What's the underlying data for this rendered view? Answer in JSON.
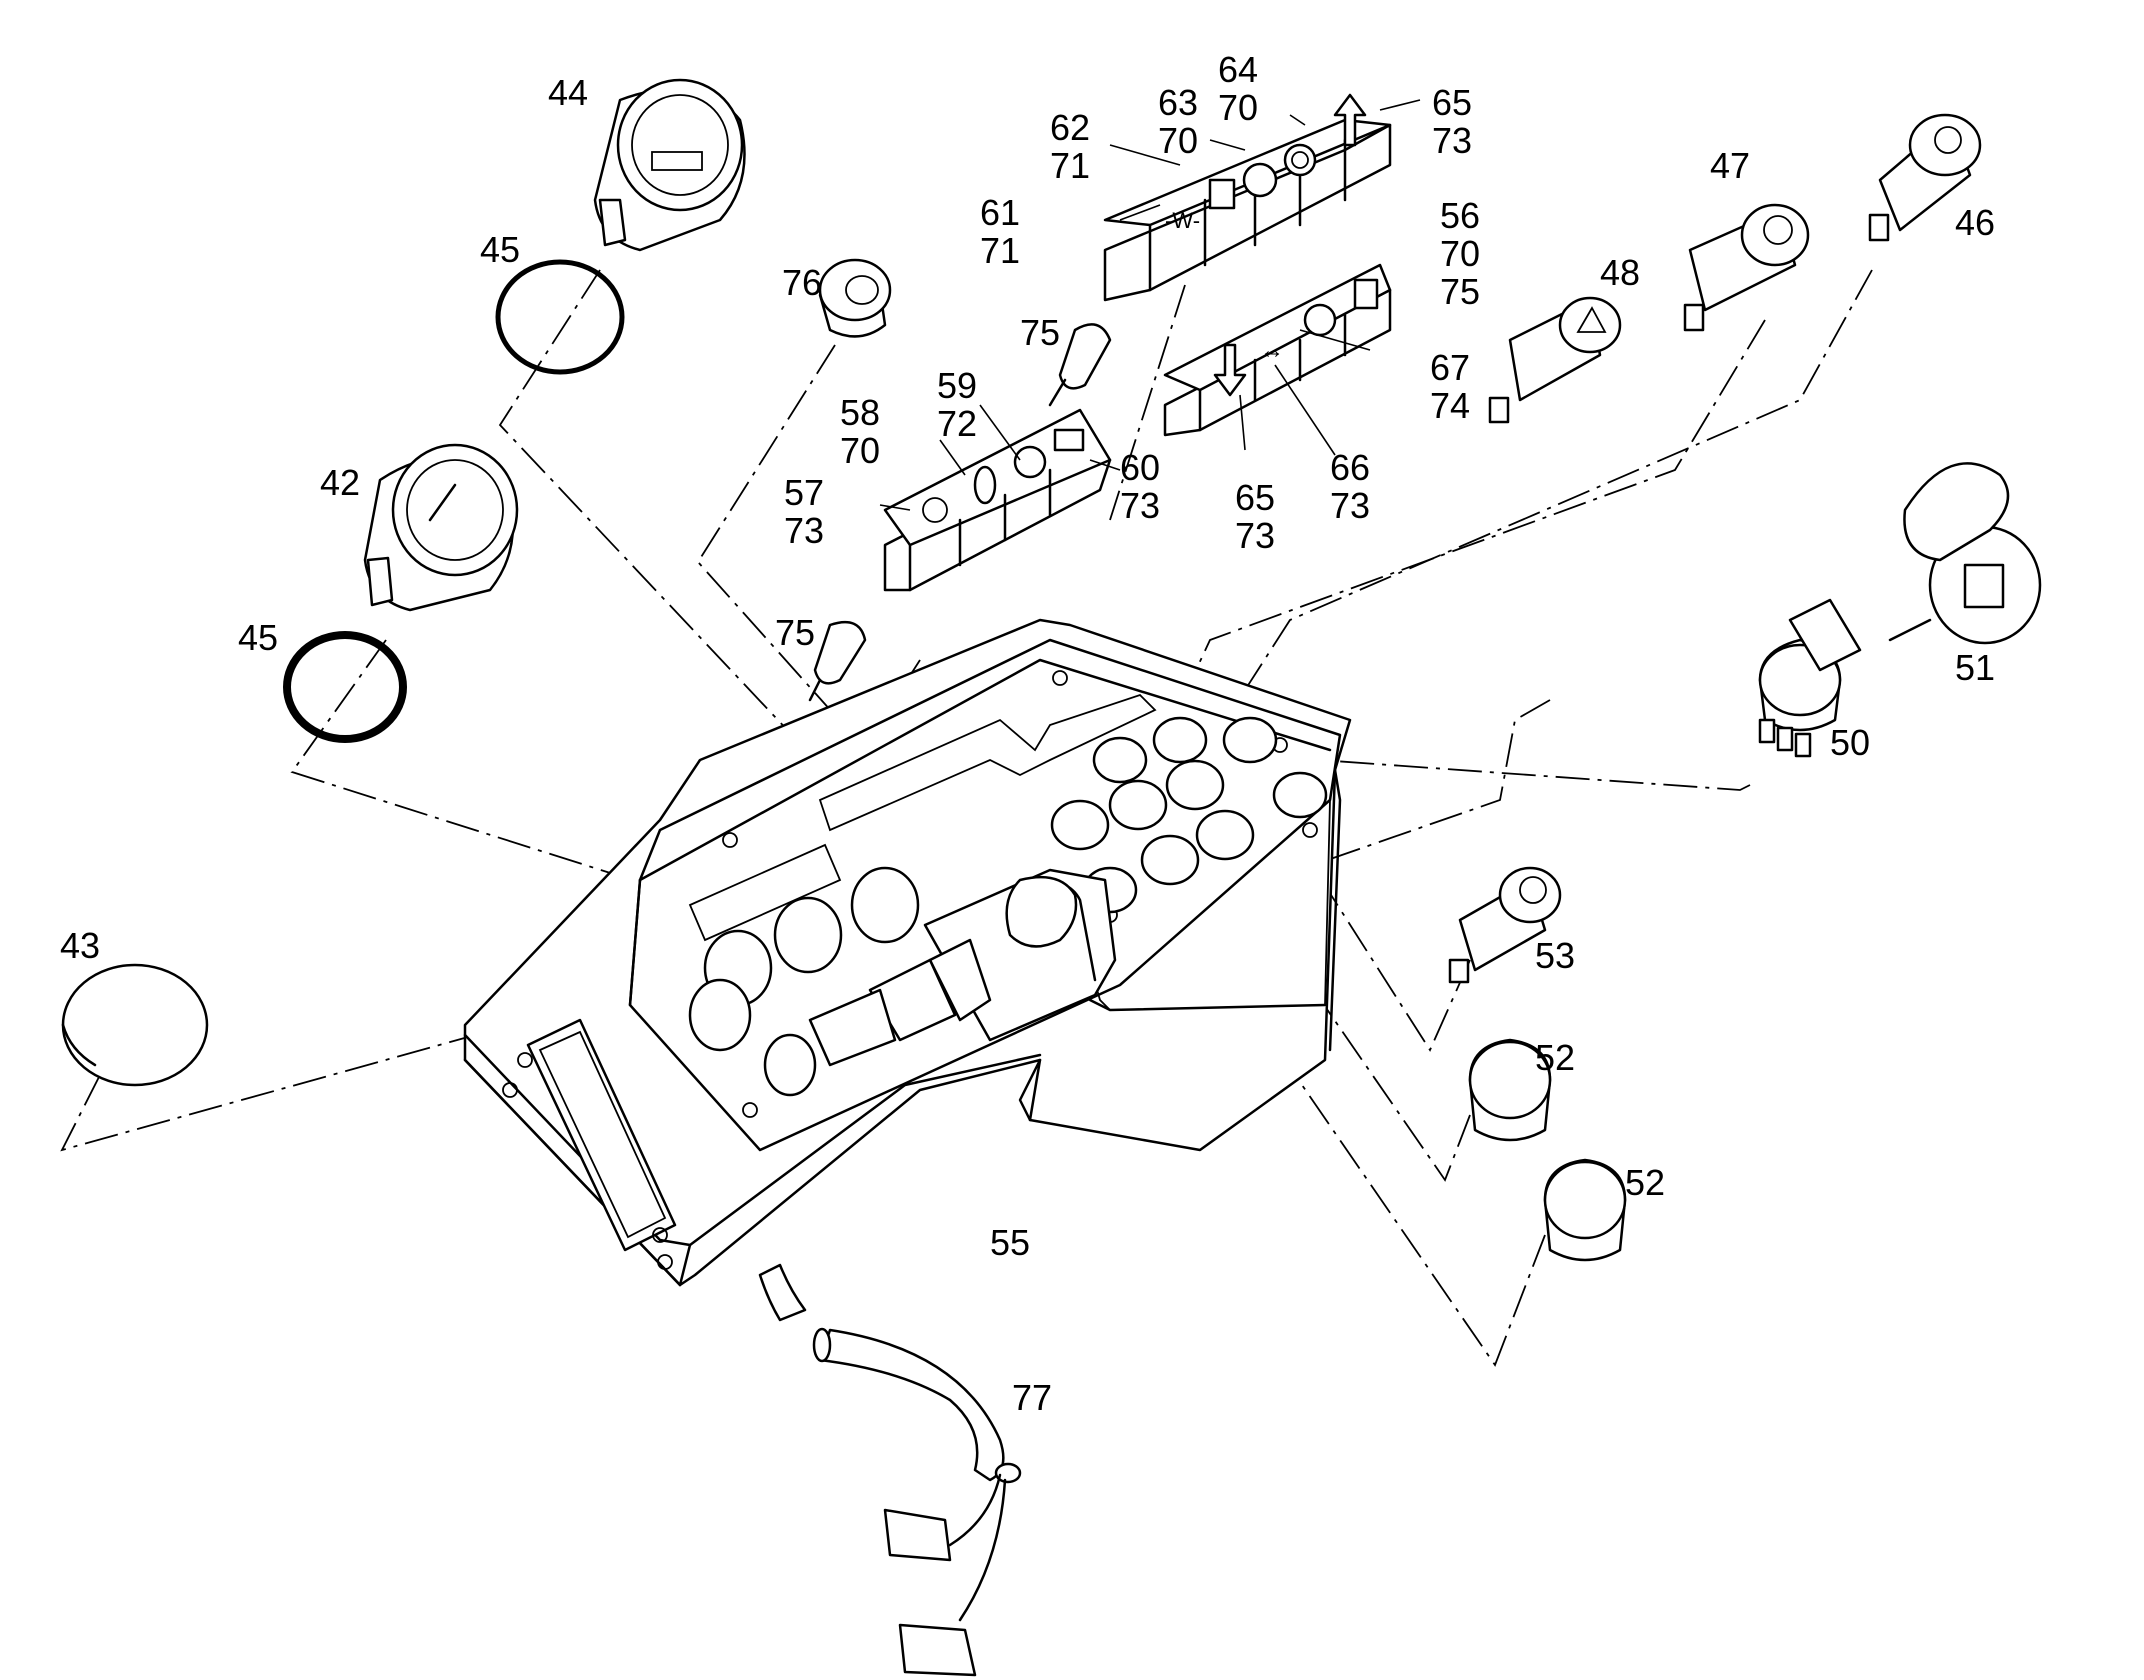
{
  "callouts": [
    {
      "id": "44",
      "lines": [
        "44"
      ]
    },
    {
      "id": "45a",
      "lines": [
        "45"
      ]
    },
    {
      "id": "45b",
      "lines": [
        "45"
      ]
    },
    {
      "id": "42",
      "lines": [
        "42"
      ]
    },
    {
      "id": "43",
      "lines": [
        "43"
      ]
    },
    {
      "id": "76",
      "lines": [
        "76"
      ]
    },
    {
      "id": "61",
      "lines": [
        "61",
        "71"
      ]
    },
    {
      "id": "62",
      "lines": [
        "62",
        "71"
      ]
    },
    {
      "id": "63",
      "lines": [
        "63",
        "70"
      ]
    },
    {
      "id": "64",
      "lines": [
        "64",
        "70"
      ]
    },
    {
      "id": "65a",
      "lines": [
        "65",
        "73"
      ]
    },
    {
      "id": "75a",
      "lines": [
        "75"
      ]
    },
    {
      "id": "59",
      "lines": [
        "59",
        "72"
      ]
    },
    {
      "id": "58",
      "lines": [
        "58",
        "70"
      ]
    },
    {
      "id": "57",
      "lines": [
        "57",
        "73"
      ]
    },
    {
      "id": "60",
      "lines": [
        "60",
        "73"
      ]
    },
    {
      "id": "75b",
      "lines": [
        "75"
      ]
    },
    {
      "id": "56",
      "lines": [
        "56",
        "70",
        "75"
      ]
    },
    {
      "id": "67",
      "lines": [
        "67",
        "74"
      ]
    },
    {
      "id": "66",
      "lines": [
        "66",
        "73"
      ]
    },
    {
      "id": "65b",
      "lines": [
        "65",
        "73"
      ]
    },
    {
      "id": "48",
      "lines": [
        "48"
      ]
    },
    {
      "id": "47",
      "lines": [
        "47"
      ]
    },
    {
      "id": "46",
      "lines": [
        "46"
      ]
    },
    {
      "id": "51",
      "lines": [
        "51"
      ]
    },
    {
      "id": "50",
      "lines": [
        "50"
      ]
    },
    {
      "id": "53",
      "lines": [
        "53"
      ]
    },
    {
      "id": "52a",
      "lines": [
        "52"
      ]
    },
    {
      "id": "52b",
      "lines": [
        "52"
      ]
    },
    {
      "id": "55",
      "lines": [
        "55"
      ]
    },
    {
      "id": "77",
      "lines": [
        "77"
      ]
    }
  ]
}
